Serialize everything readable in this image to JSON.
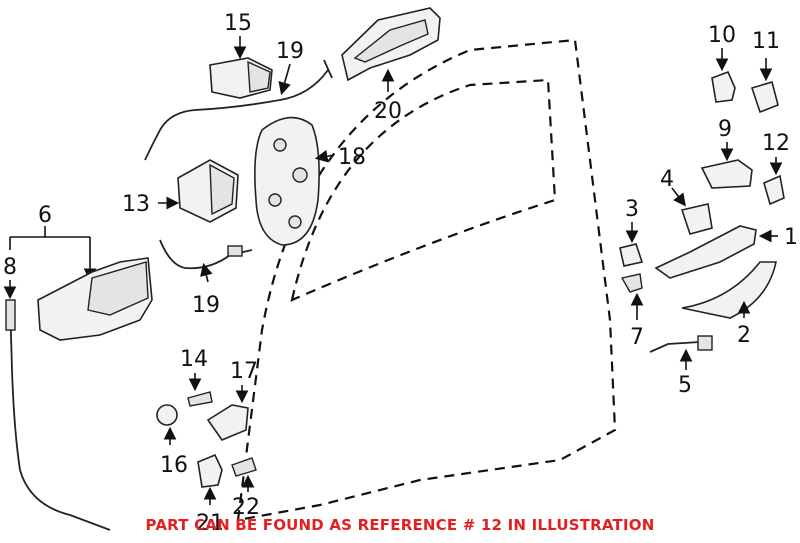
{
  "callouts": {
    "c1": "1",
    "c2": "2",
    "c3": "3",
    "c4": "4",
    "c5": "5",
    "c6": "6",
    "c7": "7",
    "c8": "8",
    "c9": "9",
    "c10": "10",
    "c11": "11",
    "c12": "12",
    "c13": "13",
    "c14": "14",
    "c15": "15",
    "c16": "16",
    "c17": "17",
    "c18": "18",
    "c19a": "19",
    "c19b": "19",
    "c20": "20",
    "c21": "21",
    "c22": "22"
  },
  "footnote": "PART CAN BE FOUND AS REFERENCE # 12 IN ILLUSTRATION",
  "colors": {
    "footnote": "#e0211f",
    "line": "#111111"
  }
}
